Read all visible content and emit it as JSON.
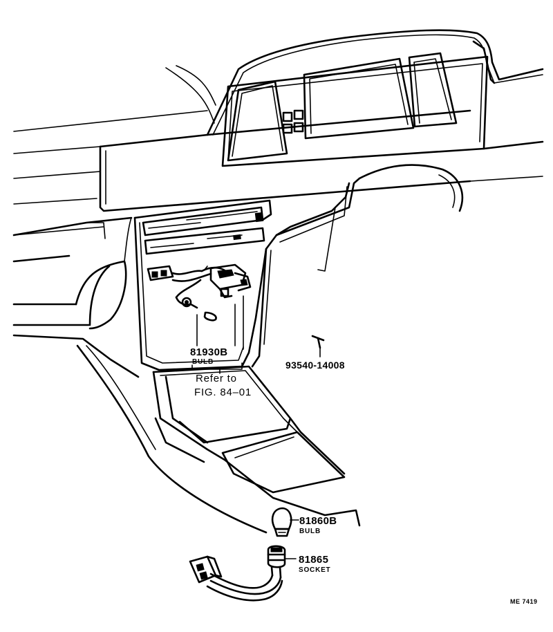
{
  "parts": [
    {
      "id": "bulb-81930b",
      "number": "81930B",
      "name": "BULB"
    },
    {
      "id": "bulb-81860b",
      "number": "81860B",
      "name": "BULB"
    },
    {
      "id": "socket-81865",
      "number": "81865",
      "name": "SOCKET"
    },
    {
      "id": "screw-93540",
      "number": "93540-14008"
    }
  ],
  "reference": {
    "line1": "Refer to",
    "line2": "FIG. 84–01"
  },
  "drawing_code": "ME 7419"
}
